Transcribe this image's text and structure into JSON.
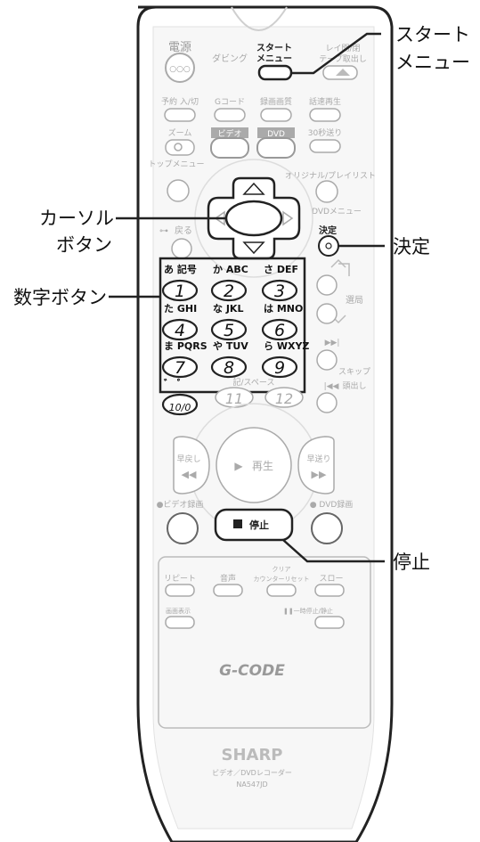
{
  "callouts": {
    "start_menu": [
      "スタート",
      "メニュー"
    ],
    "cursor": [
      "カーソル",
      "ボタン"
    ],
    "enter": "決定",
    "numeric": "数字ボタン",
    "stop": "停止"
  },
  "remote": {
    "power": "電源",
    "dubbing": "ダビング",
    "start_menu": [
      "スタート",
      "メニュー"
    ],
    "eject": [
      "レイ開/閉",
      "テープ取出し"
    ],
    "timer": "予約 入/切",
    "gcode": "Gコード",
    "rec_quality": "録画画質",
    "speed_play": "話速再生",
    "zoom": "ズーム",
    "video": "ビデオ",
    "dvd": "DVD",
    "skip30": "30秒送り",
    "top_menu": "トップメニュー",
    "original": "オリジナル/プレイリスト",
    "dvd_menu": "DVDメニュー",
    "back": "戻る",
    "enter": "決定",
    "keys": [
      {
        "label": "あ 記号",
        "num": "1"
      },
      {
        "label": "か ABC",
        "num": "2"
      },
      {
        "label": "さ DEF",
        "num": "3"
      },
      {
        "label": "た GHI",
        "num": "4"
      },
      {
        "label": "な JKL",
        "num": "5"
      },
      {
        "label": "は MNO",
        "num": "6"
      },
      {
        "label": "ま PQRS",
        "num": "7"
      },
      {
        "label": "や TUV",
        "num": "8"
      },
      {
        "label": "ら WXYZ",
        "num": "9"
      },
      {
        "label": "゛ ゜",
        "num": "10/0"
      }
    ],
    "n11": "11",
    "n12": "12",
    "sp": "記/スペース",
    "channel": "選局",
    "skip": [
      "スキップ",
      "頭出し"
    ],
    "rewind": "早戻し",
    "ff": "早送り",
    "play": "再生",
    "video_rec": "●ビデオ録画",
    "dvd_rec": "● DVD録画",
    "stop": "停止",
    "repeat": "リピート",
    "audio": "音声",
    "clear": [
      "クリア",
      "カウンターリセット"
    ],
    "slow": "スロー",
    "display": "画面表示",
    "pause": "❚❚一時停止/静止",
    "gcode_logo": "G-CODE",
    "brand": "SHARP",
    "product": "ビデオ／DVDレコーダー",
    "model": "NA547JD"
  }
}
